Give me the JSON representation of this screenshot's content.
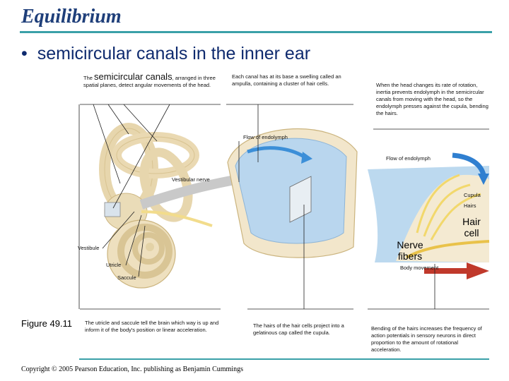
{
  "slide": {
    "title": "Equilibrium",
    "bullet": "semicircular canals in the inner ear",
    "figure_label": "Figure 49.11",
    "copyright": "Copyright © 2005 Pearson Education, Inc. publishing as Benjamin Cummings"
  },
  "diagram": {
    "canals_caption_prefix": "The",
    "canals_caption_emphasis": "semicircular canals",
    "canals_caption_suffix": ", arranged in three spatial planes, detect angular movements of the head.",
    "ampulla_caption": "Each canal has at its base a swelling called an ampulla, containing a cluster of hair cells.",
    "rotation_caption": "When the head changes its rate of rotation, inertia prevents endolymph in the semicircular canals from moving with the head, so the endolymph presses against the cupula, bending the hairs.",
    "flow_label_1": "Flow of endolymph",
    "flow_label_2": "Flow of endolymph",
    "vestibular_nerve": "Vestibular nerve",
    "cupula": "Cupula",
    "hairs": "Hairs",
    "hair_cell": "Hair cell",
    "nerve_fibers": "Nerve fibers",
    "body_movement": "Body movement",
    "vestibule": "Vestibule",
    "utricle": "Utricle",
    "saccule": "Saccule",
    "utricle_caption": "The utricle and saccule tell the brain which way is up and inform it of the body's position or linear acceleration.",
    "gel_caption": "The hairs of the hair cells project into a gelatinous cap called the cupula.",
    "bending_caption": "Bending of the hairs increases the frequency of action potentials in sensory neurons in direct proportion to the amount of rotational acceleration."
  },
  "colors": {
    "title": "#1f3f7a",
    "bullet": "#0e2a6e",
    "rule": "#3aa0a8",
    "bone": "#efe3c6",
    "fluid": "#bcd9ef",
    "arrow_blue": "#2f7fd0",
    "nerve": "#f3d56a"
  }
}
